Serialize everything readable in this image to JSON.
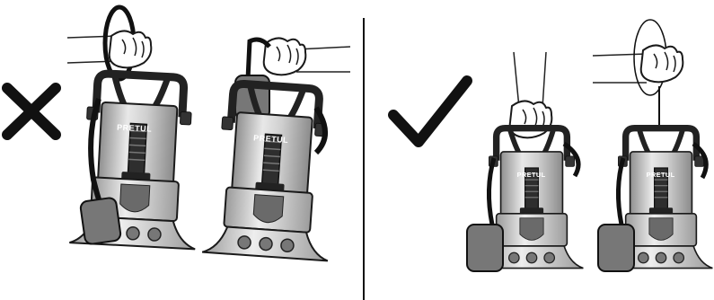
{
  "diagram": {
    "wrong_panel": {
      "mark": "cross-icon",
      "pumps": [
        {
          "brand": "PRETUL",
          "held_by": "power-cable"
        },
        {
          "brand": "PRETUL",
          "held_by": "float-switch-cable"
        }
      ]
    },
    "right_panel": {
      "mark": "check-icon",
      "pumps": [
        {
          "brand": "PRETUL",
          "held_by": "handle"
        },
        {
          "brand": "PRETUL",
          "held_by": "rope"
        }
      ]
    },
    "colors": {
      "ink": "#1a1a1a",
      "steel": "#c9c9c9",
      "steel_light": "#e6e6e6",
      "steel_dark": "#8a8a8a",
      "handle": "#2a2a2a",
      "float": "#777777"
    }
  }
}
